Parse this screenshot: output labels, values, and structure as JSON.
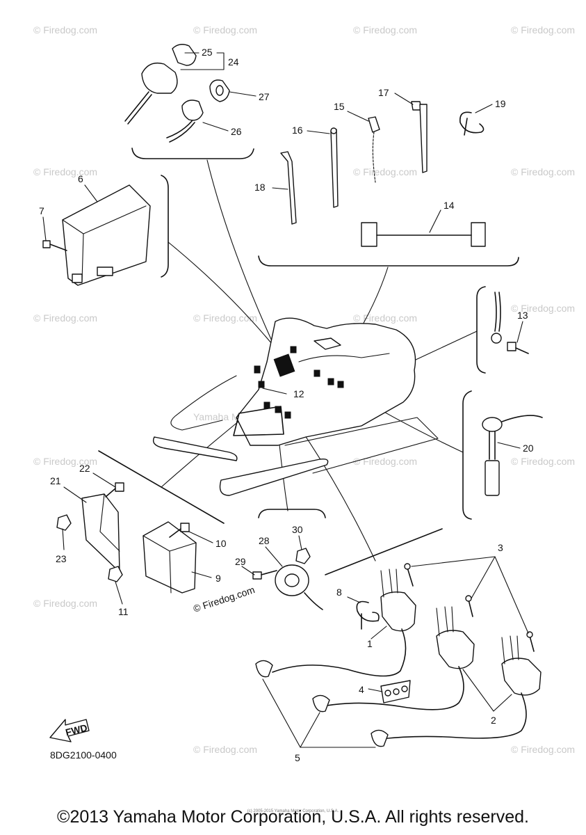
{
  "watermark": {
    "site": "© Firedog.com",
    "stamp": "Yamaha Motor Corp, U.S.A."
  },
  "labels": {
    "p1": "1",
    "p2": "2",
    "p3": "3",
    "p4": "4",
    "p5": "5",
    "p6": "6",
    "p7": "7",
    "p8": "8",
    "p9": "9",
    "p10": "10",
    "p11": "11",
    "p12": "12",
    "p13": "13",
    "p14": "14",
    "p15": "15",
    "p16": "16",
    "p17": "17",
    "p18": "18",
    "p19": "19",
    "p20": "20",
    "p21": "21",
    "p22": "22",
    "p23": "23",
    "p24": "24",
    "p25": "25",
    "p26": "26",
    "p27": "27",
    "p28": "28",
    "p29": "29",
    "p30": "30"
  },
  "fwd_label": "FWD",
  "diagram_code": "8DG2100-0400",
  "inline_watermark": "© Firedog.com",
  "tiny_copyright": "(c) 2005-2015 Yamaha Motor Corporation, U.S.A.",
  "copyright": "©2013 Yamaha Motor Corporation, U.S.A. All rights reserved."
}
